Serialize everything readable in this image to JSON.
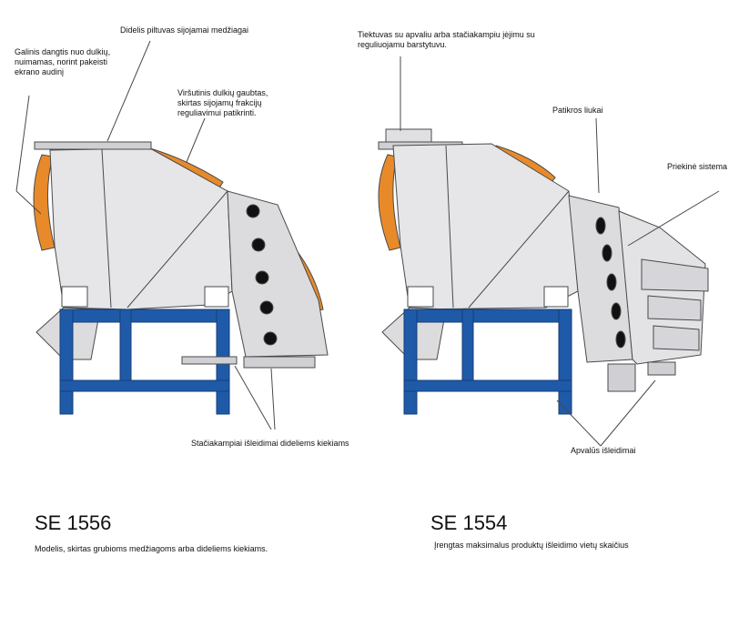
{
  "left": {
    "labels": {
      "galinis": "Galinis dangtis   nuo dulkių,\nnuimamas, norint pakeisti\nekrano audinį",
      "piltuvas": "Didelis piltuvas sijojamai medžiagai",
      "virsutinis": "Viršutinis dulkių gaubtas,\nskirtas sijojamų frakcijų\nreguliavimui patikrinti.",
      "isleidimai": "Stačiakampiai išleidimai dideliems kiekiams"
    },
    "model": "SE 1556",
    "description": "Modelis, skirtas grubioms medžiagoms arba dideliems kiekiams."
  },
  "right": {
    "labels": {
      "tiektuvas": "Tiektuvas su apvaliu arba stačiakampiu įėjimu su\nreguliuojamu barstytuvu.",
      "patikros": "Patikros liukai",
      "priekine": "Priekinė sistema",
      "isleidimai": "Apvalūs išleidimai"
    },
    "model": "SE 1554",
    "description": "Įrengtas maksimalus produktų išleidimo vietų skaičius"
  },
  "colors": {
    "frame": "#1f5aa8",
    "body": "#e6e6e8",
    "cover": "#e88a2a",
    "line": "#4a4a4a"
  }
}
